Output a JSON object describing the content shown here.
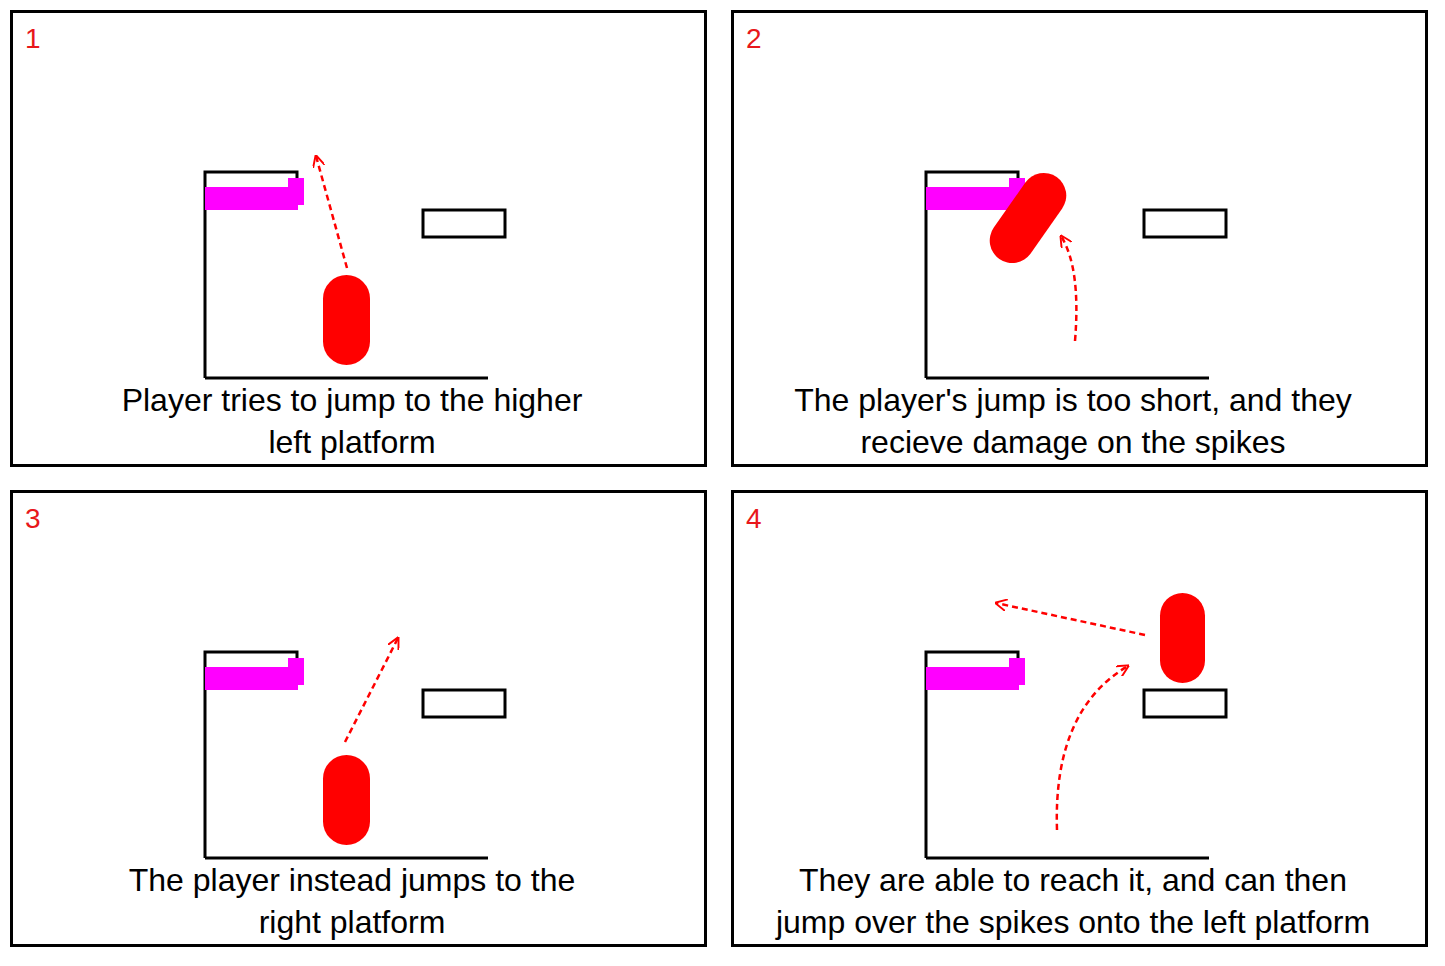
{
  "diagram": {
    "nodes": [
      {
        "text": [
          "1",
          "Player tries to jump to the higher left platform"
        ]
      },
      {
        "text": [
          "2",
          "The player's jump is too short, and they recieve damage on the spikes"
        ]
      },
      {
        "text": [
          "3",
          "The player instead jumps to the right platform"
        ]
      },
      {
        "text": [
          "4",
          "They are able to reach it, and can then jump over the spikes onto the left platform"
        ]
      }
    ]
  }
}
